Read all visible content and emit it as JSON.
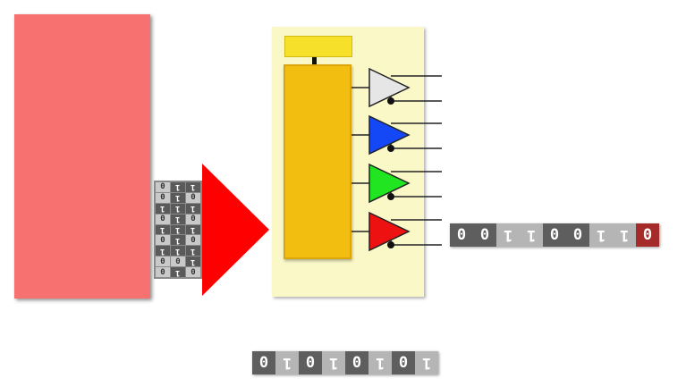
{
  "colors": {
    "pink_block": "#f87171",
    "panel": "#fbf8c8",
    "arrow": "#ff0000",
    "stack": "#f2bf10",
    "cap": "#f6e02a",
    "buffer_white": "#e6e6e6",
    "buffer_blue": "#1447f5",
    "buffer_green": "#22e522",
    "buffer_red": "#ee1111"
  },
  "buffers": [
    {
      "name": "white-buffer",
      "color": "#e6e6e6"
    },
    {
      "name": "blue-buffer",
      "color": "#1447f5"
    },
    {
      "name": "green-buffer",
      "color": "#22e522"
    },
    {
      "name": "red-buffer",
      "color": "#ee1111"
    }
  ],
  "bus_bits": [
    [
      "0",
      "1",
      "1"
    ],
    [
      "0",
      "1",
      "0"
    ],
    [
      "1",
      "1",
      "1"
    ],
    [
      "0",
      "1",
      "0"
    ],
    [
      "1",
      "1",
      "1"
    ],
    [
      "0",
      "1",
      "0"
    ],
    [
      "1",
      "1",
      "1"
    ],
    [
      "0",
      "0",
      "1"
    ],
    [
      "0",
      "1",
      "0"
    ]
  ],
  "register_bits": [
    "0",
    "0",
    "1",
    "1",
    "0",
    "0",
    "1",
    "1",
    "0"
  ],
  "bottom_bits": [
    "0",
    "1",
    "0",
    "1",
    "0",
    "1",
    "0",
    "1"
  ]
}
